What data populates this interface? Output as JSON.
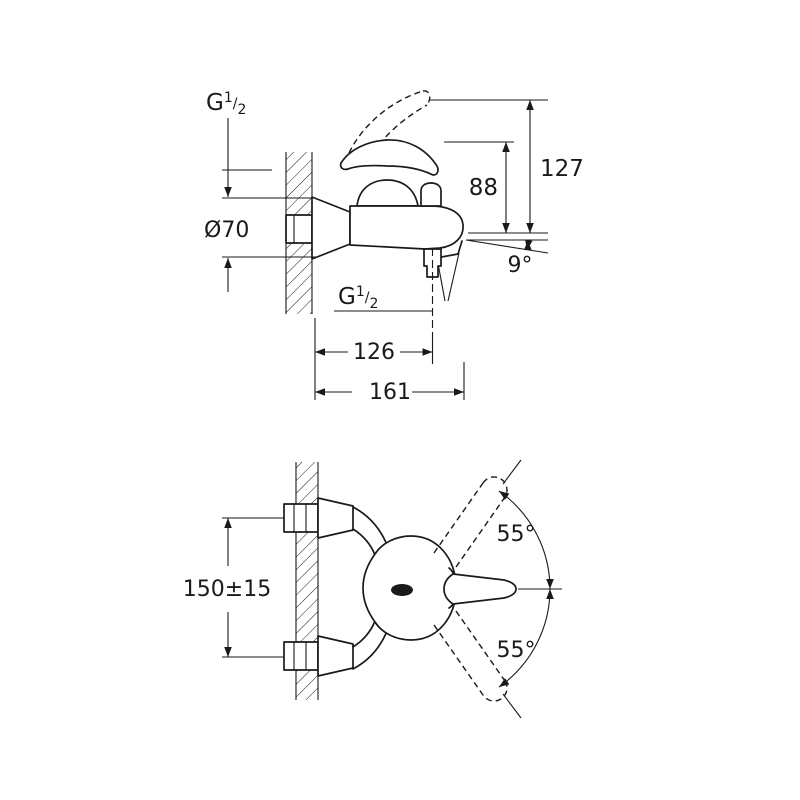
{
  "colors": {
    "line": "#1a1a1a",
    "background": "#ffffff"
  },
  "top_view": {
    "thread_wall": {
      "g": "G",
      "num": "1",
      "slash": "/",
      "den": "2"
    },
    "diameter": "Ø70",
    "dim_height_lever": "88",
    "dim_height_total": "127",
    "spout_angle": "9°",
    "thread_shower": {
      "g": "G",
      "num": "1",
      "slash": "/",
      "den": "2"
    },
    "dim_depth_shower": "126",
    "dim_depth_total": "161"
  },
  "bottom_view": {
    "dim_connection_spacing": "150±15",
    "lever_swing_upper": "55°",
    "lever_swing_lower": "55°"
  }
}
